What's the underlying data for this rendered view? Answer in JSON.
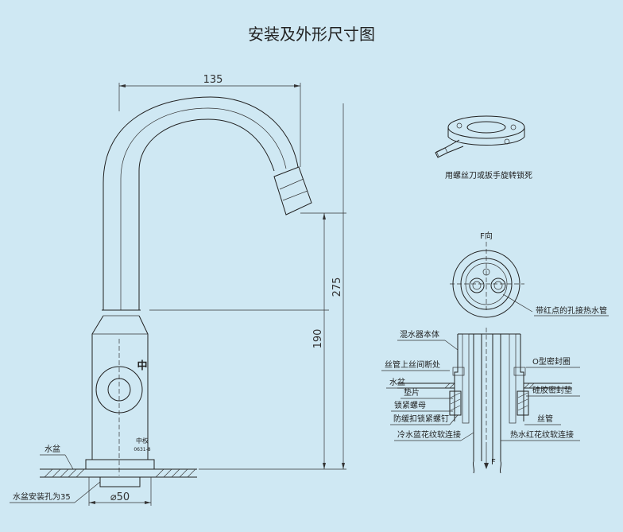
{
  "title": "安装及外形尺寸图",
  "faucet": {
    "dim_width": "135",
    "dim_total_height": "275",
    "dim_body_height": "190",
    "dim_base_dia": "⌀50",
    "logo": "中",
    "brand": "中权",
    "model": "0631-8",
    "label_basin": "水盆",
    "label_basin_hole": "水盆安装孔为35"
  },
  "wrench_caption": "用螺丝刀或扳手旋转锁死",
  "section": {
    "view_label": "F向",
    "arrow_label": "F",
    "labels": {
      "hot_pipe_hole": "带红点的孔接热水管",
      "mixer_body": "混水器本体",
      "thread_cutoff": "丝管上丝间断处",
      "o_ring": "O型密封圈",
      "basin": "水盆",
      "silicone_seal": "硅胶密封垫",
      "washer": "垫片",
      "lock_nut": "锁紧螺母",
      "screw": "防缓扣锁紧螺钉",
      "threaded_pipe": "丝管",
      "cold_hose": "冷水蓝花纹软连接",
      "hot_hose": "热水红花纹软连接"
    }
  }
}
